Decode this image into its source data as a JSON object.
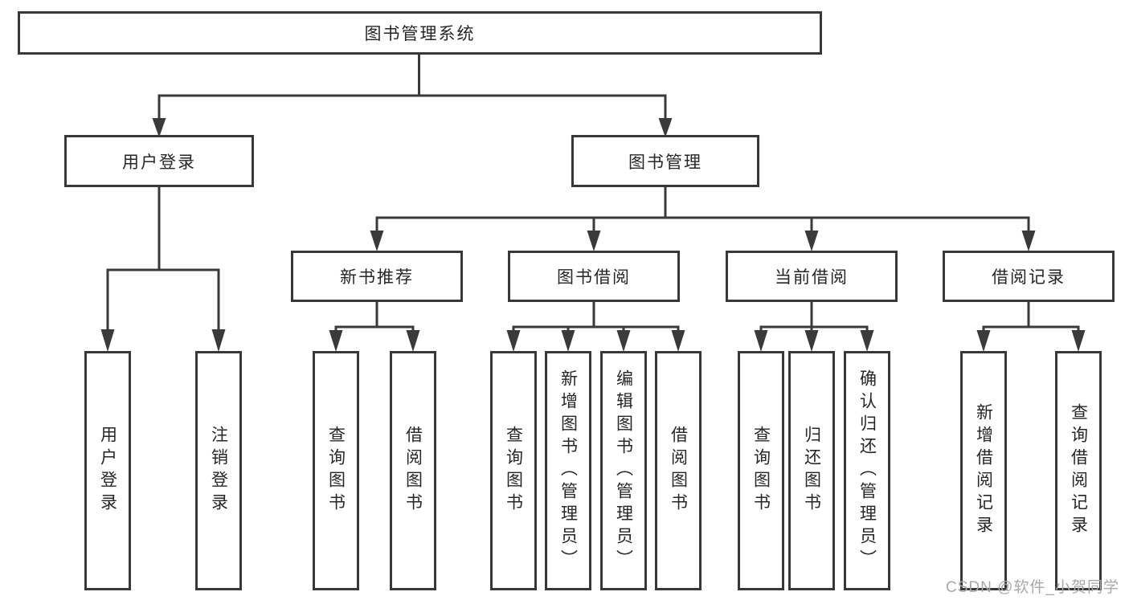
{
  "tree": {
    "label": "图书管理系统",
    "children": [
      {
        "label": "用户登录",
        "children": [
          {
            "label": "用户登录"
          },
          {
            "label": "注销登录"
          }
        ]
      },
      {
        "label": "图书管理",
        "children": [
          {
            "label": "新书推荐",
            "children": [
              {
                "label": "查询图书"
              },
              {
                "label": "借阅图书"
              }
            ]
          },
          {
            "label": "图书借阅",
            "children": [
              {
                "label": "查询图书"
              },
              {
                "label": "新增图书（管理员）"
              },
              {
                "label": "编辑图书（管理员）"
              },
              {
                "label": "借阅图书"
              }
            ]
          },
          {
            "label": "当前借阅",
            "children": [
              {
                "label": "查询图书"
              },
              {
                "label": "归还图书"
              },
              {
                "label": "确认归还（管理员）"
              }
            ]
          },
          {
            "label": "借阅记录",
            "children": [
              {
                "label": "新增借阅记录"
              },
              {
                "label": "查询借阅记录"
              }
            ]
          }
        ]
      }
    ]
  },
  "watermark": {
    "text": "CSDN @软件_小贺同学"
  },
  "colors": {
    "line": "#3a3a3a",
    "border": "#383838",
    "text": "#262626",
    "watermark": "#a8a8a8",
    "background": "#ffffff"
  }
}
